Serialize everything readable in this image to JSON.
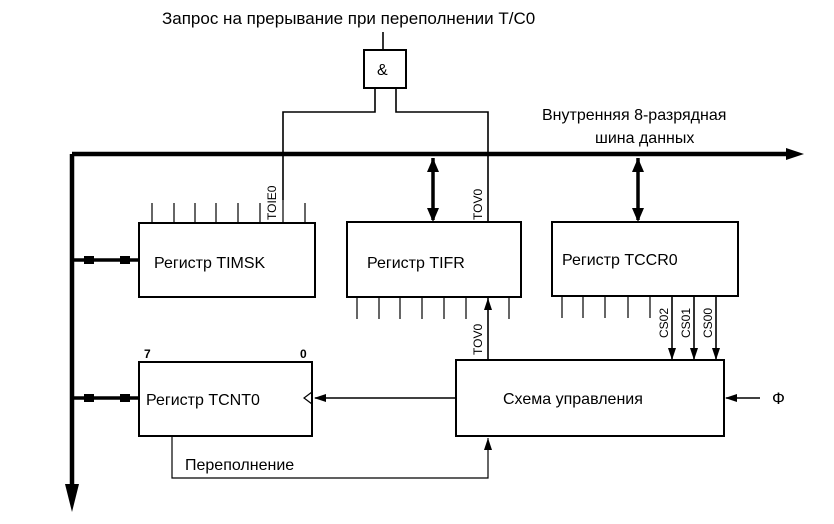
{
  "title": "Запрос на прерывание при переполнении T/C0",
  "and_gate": {
    "label": "&"
  },
  "bus": {
    "label_line1": "Внутренняя 8-разрядная",
    "label_line2": "шина данных"
  },
  "registers": {
    "timsk": {
      "label": "Регистр TIMSK",
      "bit_label": "TOIE0"
    },
    "tifr": {
      "label": "Регистр TIFR",
      "bit_label_top": "TOV0",
      "bit_label_bottom": "TOV0"
    },
    "tccr0": {
      "label": "Регистр TCCR0",
      "bits": [
        "CS02",
        "CS01",
        "CS00"
      ]
    },
    "tcnt0": {
      "label": "Регистр TCNT0",
      "msb": "7",
      "lsb": "0"
    }
  },
  "control": {
    "label": "Схема управления"
  },
  "clock_input": {
    "label": "Ф"
  },
  "overflow": {
    "label": "Переполнение"
  }
}
